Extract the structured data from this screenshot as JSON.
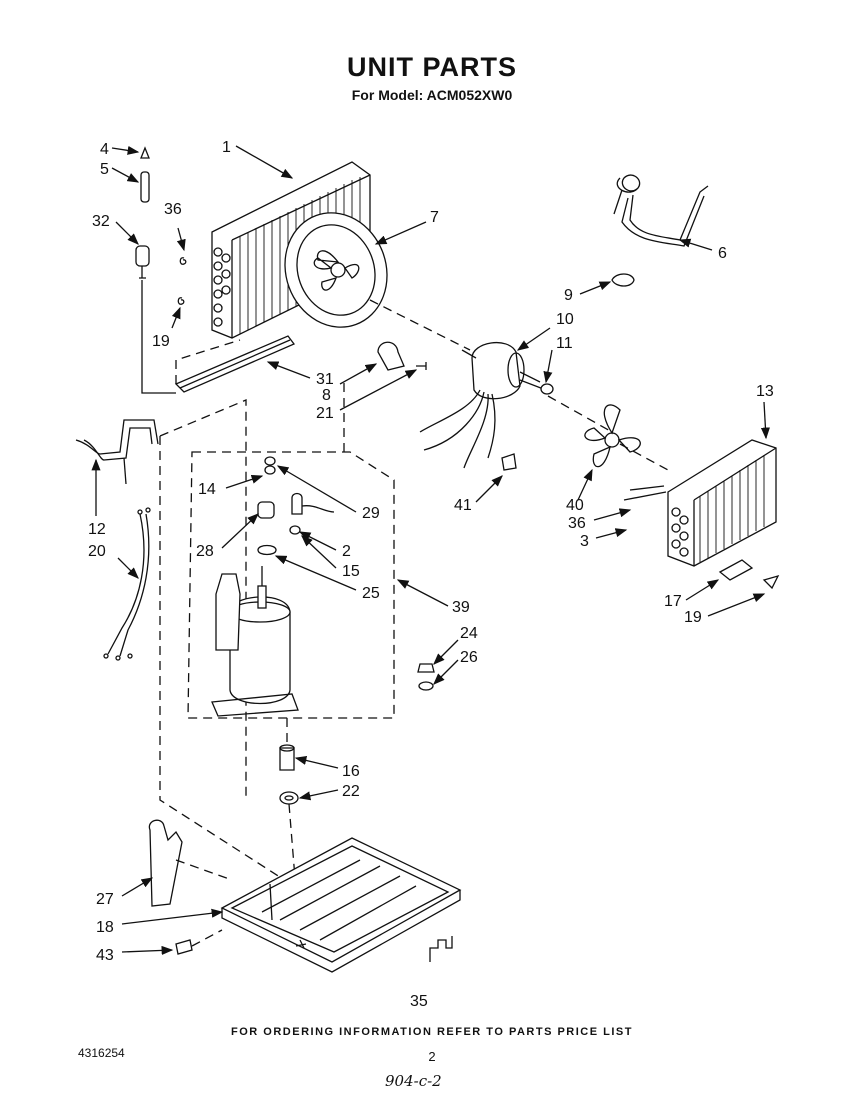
{
  "header": {
    "title": "UNIT PARTS",
    "model_label": "For Model: ACM052XW0"
  },
  "callouts": [
    {
      "id": "c4",
      "text": "4"
    },
    {
      "id": "c5",
      "text": "5"
    },
    {
      "id": "c32",
      "text": "32"
    },
    {
      "id": "c36a",
      "text": "36"
    },
    {
      "id": "c19a",
      "text": "19"
    },
    {
      "id": "c1",
      "text": "1"
    },
    {
      "id": "c7",
      "text": "7"
    },
    {
      "id": "c6",
      "text": "6"
    },
    {
      "id": "c9",
      "text": "9"
    },
    {
      "id": "c10",
      "text": "10"
    },
    {
      "id": "c11",
      "text": "11"
    },
    {
      "id": "c31",
      "text": "31"
    },
    {
      "id": "c8",
      "text": "8"
    },
    {
      "id": "c21",
      "text": "21"
    },
    {
      "id": "c13",
      "text": "13"
    },
    {
      "id": "c12",
      "text": "12"
    },
    {
      "id": "c20",
      "text": "20"
    },
    {
      "id": "c14",
      "text": "14"
    },
    {
      "id": "c29",
      "text": "29"
    },
    {
      "id": "c28",
      "text": "28"
    },
    {
      "id": "c2",
      "text": "2"
    },
    {
      "id": "c15",
      "text": "15"
    },
    {
      "id": "c25",
      "text": "25"
    },
    {
      "id": "c41",
      "text": "41"
    },
    {
      "id": "c40",
      "text": "40"
    },
    {
      "id": "c36b",
      "text": "36"
    },
    {
      "id": "c3",
      "text": "3"
    },
    {
      "id": "c17",
      "text": "17"
    },
    {
      "id": "c19b",
      "text": "19"
    },
    {
      "id": "c39",
      "text": "39"
    },
    {
      "id": "c24",
      "text": "24"
    },
    {
      "id": "c26",
      "text": "26"
    },
    {
      "id": "c16",
      "text": "16"
    },
    {
      "id": "c22",
      "text": "22"
    },
    {
      "id": "c27",
      "text": "27"
    },
    {
      "id": "c18",
      "text": "18"
    },
    {
      "id": "c43",
      "text": "43"
    },
    {
      "id": "c35",
      "text": "35"
    }
  ],
  "footer": {
    "ordering_note": "FOR ORDERING INFORMATION REFER TO PARTS PRICE LIST",
    "document_number": "4316254",
    "page_number": "2",
    "handwritten_note": "904-c-2"
  }
}
